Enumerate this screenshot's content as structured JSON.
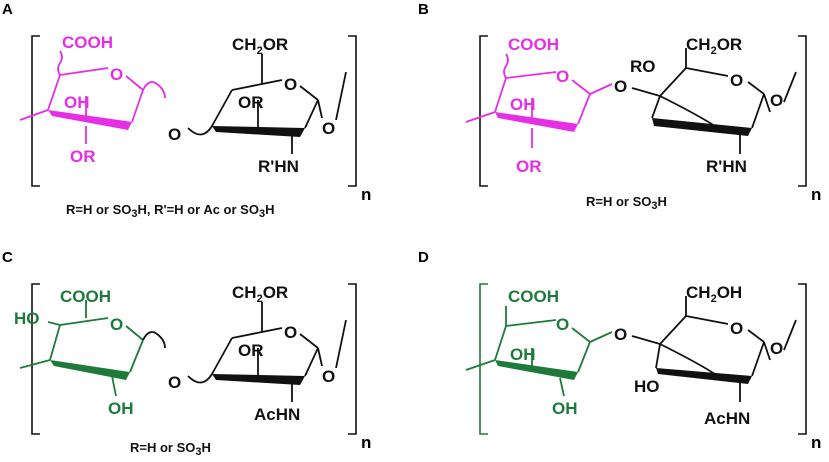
{
  "colors": {
    "magenta": "#e62ee6",
    "green": "#1e7a3a",
    "black": "#111111"
  },
  "panels": {
    "A": {
      "label": "A",
      "caption_parts": [
        "R=H or SO",
        "3",
        "H, R'=H or Ac or SO",
        "3",
        "H"
      ],
      "ring1_color": "magenta",
      "ring1": {
        "top": "COOH",
        "mid": "OH",
        "low": "OR"
      },
      "ring2": {
        "ch2": "CH",
        "ch2sub": "2",
        "ch2end": "OR",
        "mid": "OR",
        "nh": "R'HN"
      },
      "ring_o": "O",
      "n": "n"
    },
    "B": {
      "label": "B",
      "caption_parts": [
        "R=H or SO",
        "3",
        "H"
      ],
      "ring1_color": "magenta",
      "ring1": {
        "top": "COOH",
        "mid": "OH",
        "low": "OR"
      },
      "ring2": {
        "ch2": "CH",
        "ch2sub": "2",
        "ch2end": "OR",
        "ro": "RO",
        "nh": "R'HN"
      },
      "ring_o": "O",
      "n": "n"
    },
    "C": {
      "label": "C",
      "caption_parts": [
        "R=H or SO",
        "3",
        "H"
      ],
      "ring1_color": "green",
      "ring1": {
        "top": "COOH",
        "ho": "HO",
        "low": "OH"
      },
      "ring2": {
        "ch2": "CH",
        "ch2sub": "2",
        "ch2end": "OR",
        "mid": "OR",
        "nh": "AcHN"
      },
      "ring_o": "O",
      "n": "n"
    },
    "D": {
      "label": "D",
      "caption_parts": [],
      "ring1_color": "green",
      "ring1": {
        "top": "COOH",
        "mid": "OH",
        "low": "OH"
      },
      "ring2": {
        "ch2": "CH",
        "ch2sub": "2",
        "ch2end": "OH",
        "ho": "HO",
        "nh": "AcHN"
      },
      "ring_o": "O",
      "n": "n"
    }
  }
}
